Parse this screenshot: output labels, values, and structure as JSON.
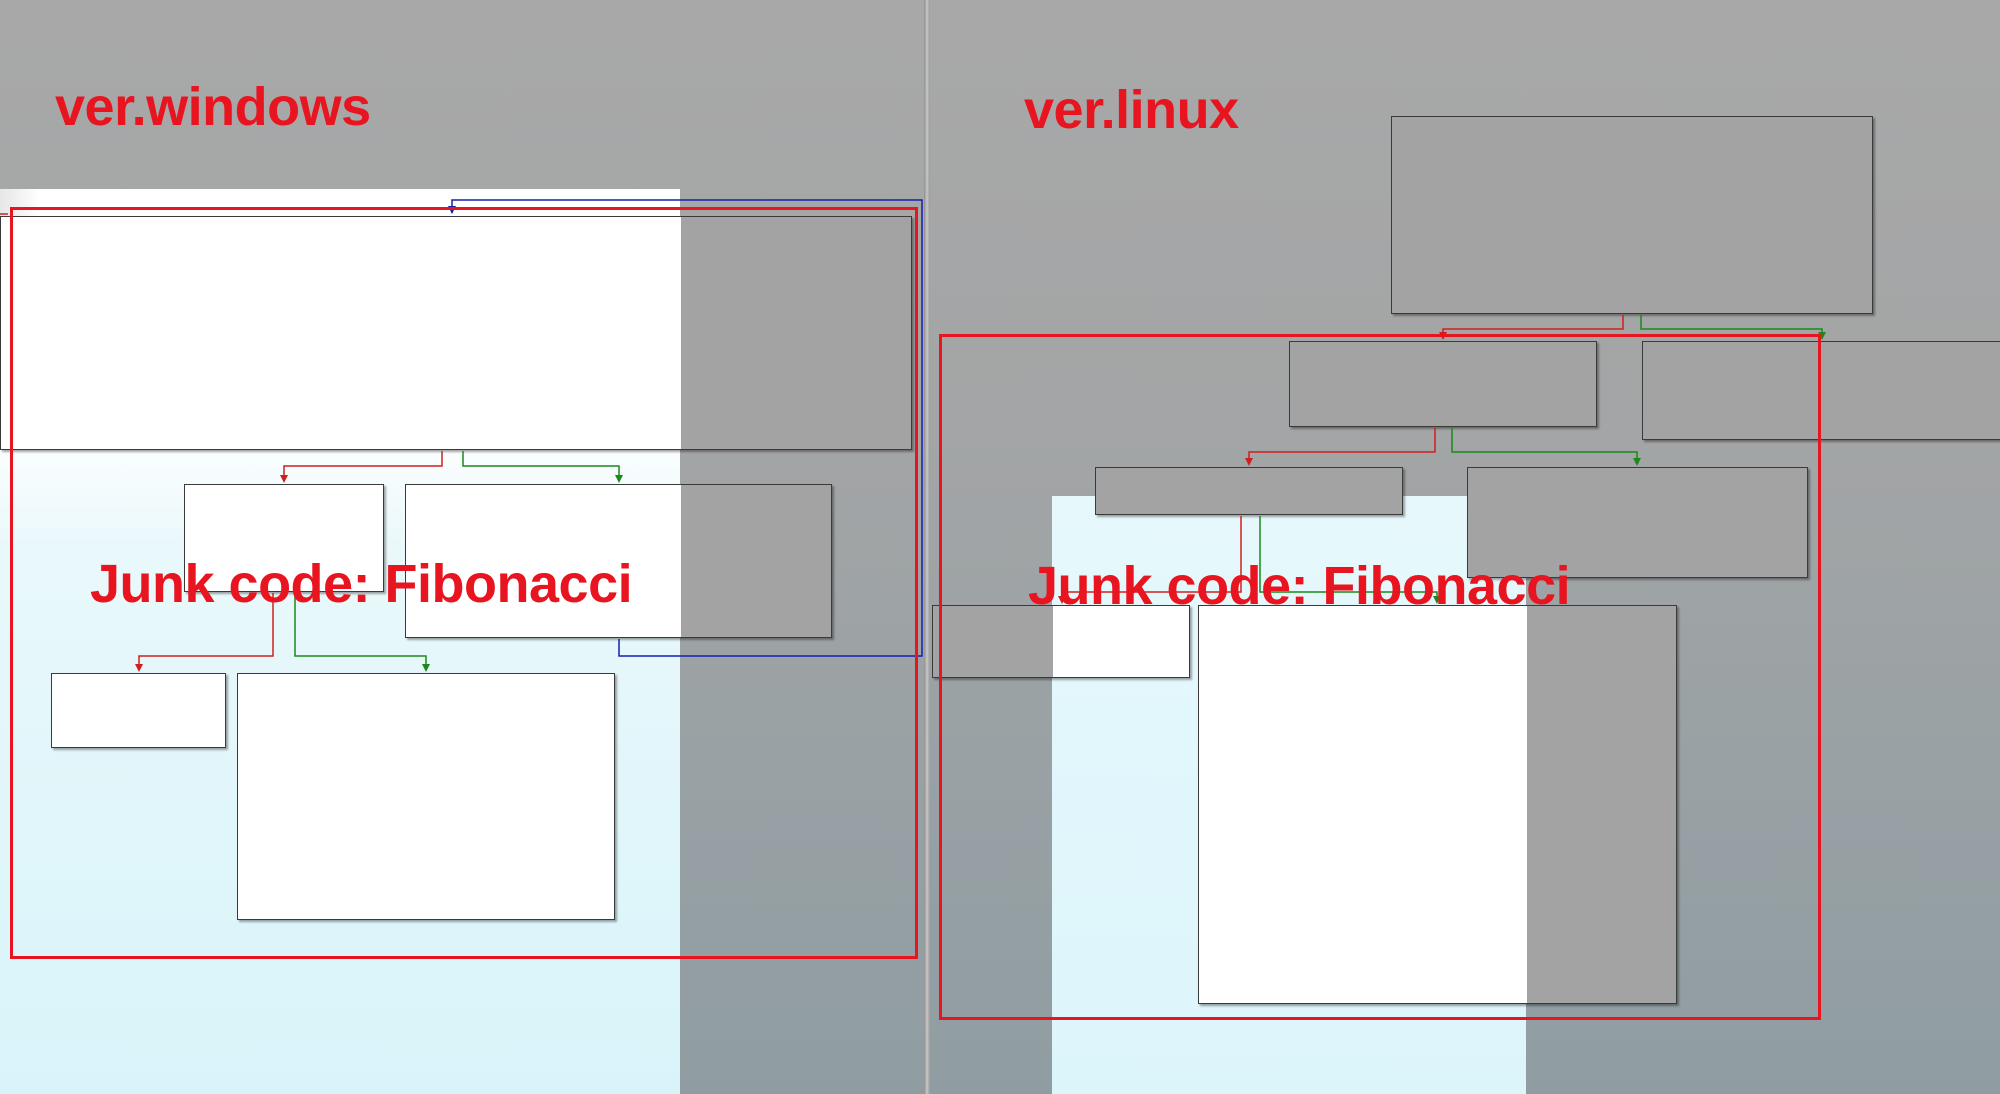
{
  "labels": {
    "windows_title": "ver.windows",
    "linux_title": "ver.linux",
    "windows_junk": "Junk code: Fibonacci",
    "linux_junk": "Junk code: Fibonacci"
  },
  "colors": {
    "annotation_red": "#e8141f",
    "edge_false": "#d0201e",
    "edge_true": "#1a8a1a",
    "edge_loop": "#1020b0",
    "node_fill_light": "#ffffff",
    "node_fill_dim": "#a3a3a3"
  }
}
